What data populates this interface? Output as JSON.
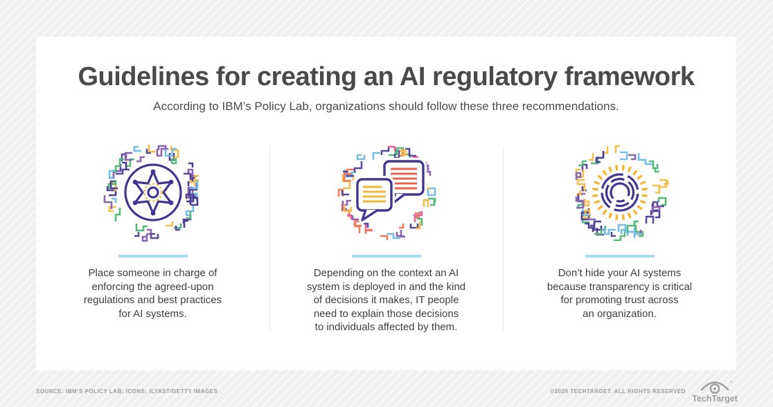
{
  "header": {
    "title": "Guidelines for creating an AI regulatory framework",
    "subtitle": "According to IBM’s Policy Lab, organizations should follow these three recommendations."
  },
  "columns": [
    {
      "icon_name": "sheriff-badge-maze-icon",
      "text": "Place someone in charge of\nenforcing the agreed-upon\nregulations and best practices\nfor AI systems."
    },
    {
      "icon_name": "chat-bubbles-maze-icon",
      "text": "Depending on the context an AI\nsystem is deployed in and the kind\nof decisions it makes, IT people\nneed to explain those decisions\nto individuals affected by them."
    },
    {
      "icon_name": "transparency-sun-maze-icon",
      "text": "Don’t hide your AI systems\nbecause transparency is critical\nfor promoting trust across\nan organization."
    }
  ],
  "footer": {
    "source": "SOURCE: IBM’S POLICY LAB; ICONS: ILYAST/GETTY IMAGES",
    "copyright": "©2020 TECHTARGET. ALL RIGHTS RESERVED",
    "logo_text": "TechTarget",
    "logo_tm": "™"
  },
  "colors": {
    "divider_blue": "#a9daf3",
    "glyph_purple": "#3f3690",
    "glyph_yellow": "#f2b632",
    "glyph_coral": "#e8654c",
    "logo_gray": "#9f9f9f",
    "maze_palette_1": [
      "#5b4a9b",
      "#74bde8",
      "#57b87c",
      "#f4bf4e",
      "#8a64b0",
      "#4b3f8f"
    ],
    "maze_palette_2": [
      "#5b4a9b",
      "#74bde8",
      "#57b87c",
      "#f4bf4e",
      "#e85f9a",
      "#ef7c5c",
      "#8a64b0"
    ]
  }
}
